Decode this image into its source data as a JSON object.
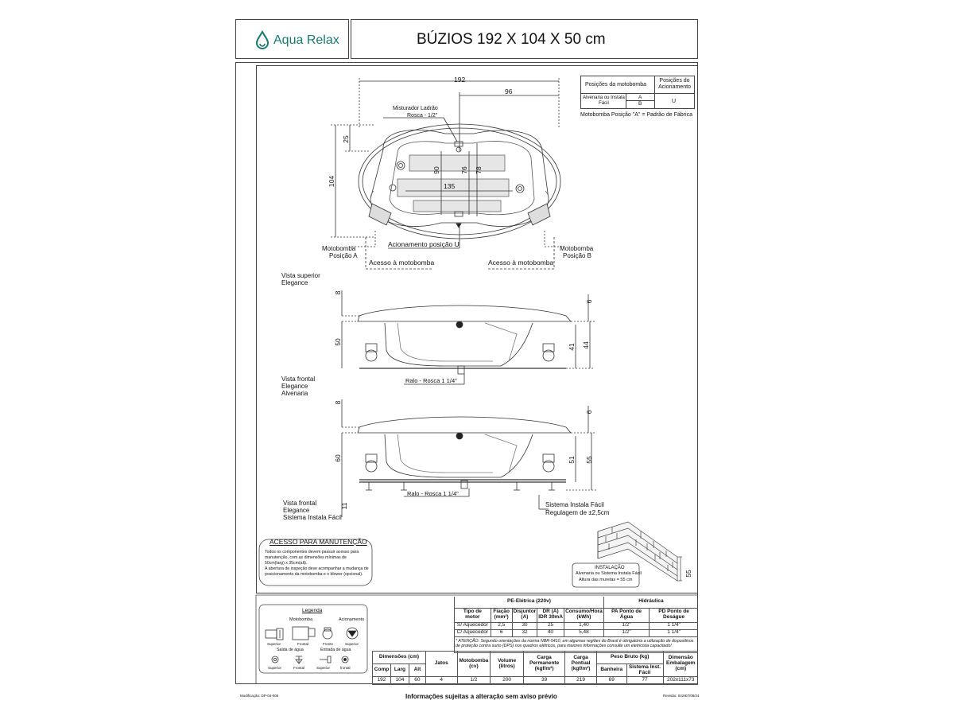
{
  "brand": {
    "name": "Aqua Relax",
    "color": "#1a7a70"
  },
  "title": "BÚZIOS 192 X 104 X 50 cm",
  "motor_table": {
    "header_pos": "Posições da motobomba",
    "header_acion": "Posições do Acionamento",
    "row_label": "Alvenaria ou Instala Fácil",
    "pos_a": "A",
    "pos_b": "B",
    "acion": "U",
    "note": "Motobomba Posição \"A\" = Padrão de Fábrica"
  },
  "top_view": {
    "dim_192": "192",
    "dim_96": "96",
    "dim_25": "25",
    "dim_104": "104",
    "dim_90": "90",
    "dim_76": "76",
    "dim_78": "78",
    "dim_135": "135",
    "misturador": "Misturador Ladrão",
    "rosca_half": "Rosca - 1/2\"",
    "acionamento": "Acionamento posição U",
    "motobomba_a_1": "Motobomba",
    "motobomba_a_2": "Posição A",
    "motobomba_b_1": "Motobomba",
    "motobomba_b_2": "Posição B",
    "acesso_left": "Acesso à motobomba",
    "acesso_right": "Acesso à motobomba",
    "view_label_1": "Vista superior",
    "view_label_2": "Elegance"
  },
  "front_view_1": {
    "dim_8": "8",
    "dim_6": "6",
    "dim_50": "50",
    "dim_41": "41",
    "dim_44": "44",
    "ralo": "Ralo - Rosca 1 1/4\"",
    "label_1": "Vista frontal",
    "label_2": "Elegance",
    "label_3": "Alvenaria"
  },
  "front_view_2": {
    "dim_8": "8",
    "dim_6": "6",
    "dim_60": "60",
    "dim_51": "51",
    "dim_55": "55",
    "dim_11": "11",
    "ralo": "Ralo - Rosca 1 1/4\"",
    "label_1": "Vista frontal",
    "label_2": "Elegance",
    "label_3": "Sistema Instala Fácil",
    "sif_1": "Sistema Instala Fácil",
    "sif_2": "Regulagem de ±2,5cm"
  },
  "maintenance": {
    "title": "ACESSO PARA MANUTENÇÃO",
    "line1": "Todos os componentes devem passuir acesso para",
    "line2": "manutenção, com as dimensões mínimas de",
    "line3": "50cm(larg) x 35cm(alt).",
    "line4": "A abertura de inspeção deve acompanhar a mudança de",
    "line5": "posicionamento da motobomba e o blower (opcional)."
  },
  "installation": {
    "title": "INSTALAÇÃO",
    "line1": "Alvenaria ou Sistema Instala Fácil",
    "line2": "Altura das muretas = 55 cm",
    "dim_55": "55"
  },
  "legend": {
    "title": "Legenda",
    "motobomba": "Motobomba",
    "acionamento": "Acionamento",
    "superior": "Superior",
    "frontal": "Frontal",
    "frente": "Frente",
    "superior_2": "Superior",
    "saida": "Saída de água",
    "entrada": "Entrada de água",
    "superior_3": "Superior",
    "frontal_3": "Frontal",
    "superior_4": "Superior",
    "frontal_4": "frontal"
  },
  "electric": {
    "header": "PE-Elétrica (220v)",
    "hidraulica": "Hidráulica",
    "cols": [
      "Tipo de motor",
      "Fiação (mm²)",
      "Disjuntor (A)",
      "DR (A) IDR 30mA",
      "Consumo/Hora (kWh)",
      "PA Ponto de Água",
      "PD Ponto de Deságue"
    ],
    "rows": [
      [
        "S/ Aquecedor",
        "2,5",
        "30",
        "25",
        "1,40",
        "1/2\"",
        "1 1/4\""
      ],
      [
        "C/ Aquecedor",
        "6",
        "32",
        "40",
        "5,48",
        "1/2\"",
        "1 1/4\""
      ]
    ],
    "note": "* ATENÇÃO: Segundo orientações da norma NBR-5410, em algumas regiões do Brasil é obrigatória a utilização de dispositivos de proteção contra surto (DPS) nos quadros elétricos, para maiores informações consulte um eletricista capacitado!"
  },
  "dimensions": {
    "dim_header": "Dimensões (cm)",
    "comp": "Comp",
    "larg": "Larg",
    "alt": "Alt",
    "jatos": "Jatos",
    "motobomba": "Motobomba (cv)",
    "volume": "Volume (litros)",
    "carga_perm": "Carga Permanente (kgf/m²)",
    "carga_pont": "Carga Pontual (kgf/m²)",
    "peso_header": "Peso Bruto (kg)",
    "banheira": "Banheira",
    "sistema": "Sistema Inst. Fácil",
    "embalagem": "Dimensão Embalagem (cm)",
    "values": [
      "192",
      "104",
      "60",
      "4",
      "1/2",
      "200",
      "39",
      "219",
      "69",
      "77",
      "202x111x73"
    ]
  },
  "footer": {
    "left": "Modificação: DP-04-005",
    "center": "Informações sujeitas a alteração sem aviso prévio",
    "revisao": "Revisão: 0424",
    "date": "07/08/24"
  }
}
